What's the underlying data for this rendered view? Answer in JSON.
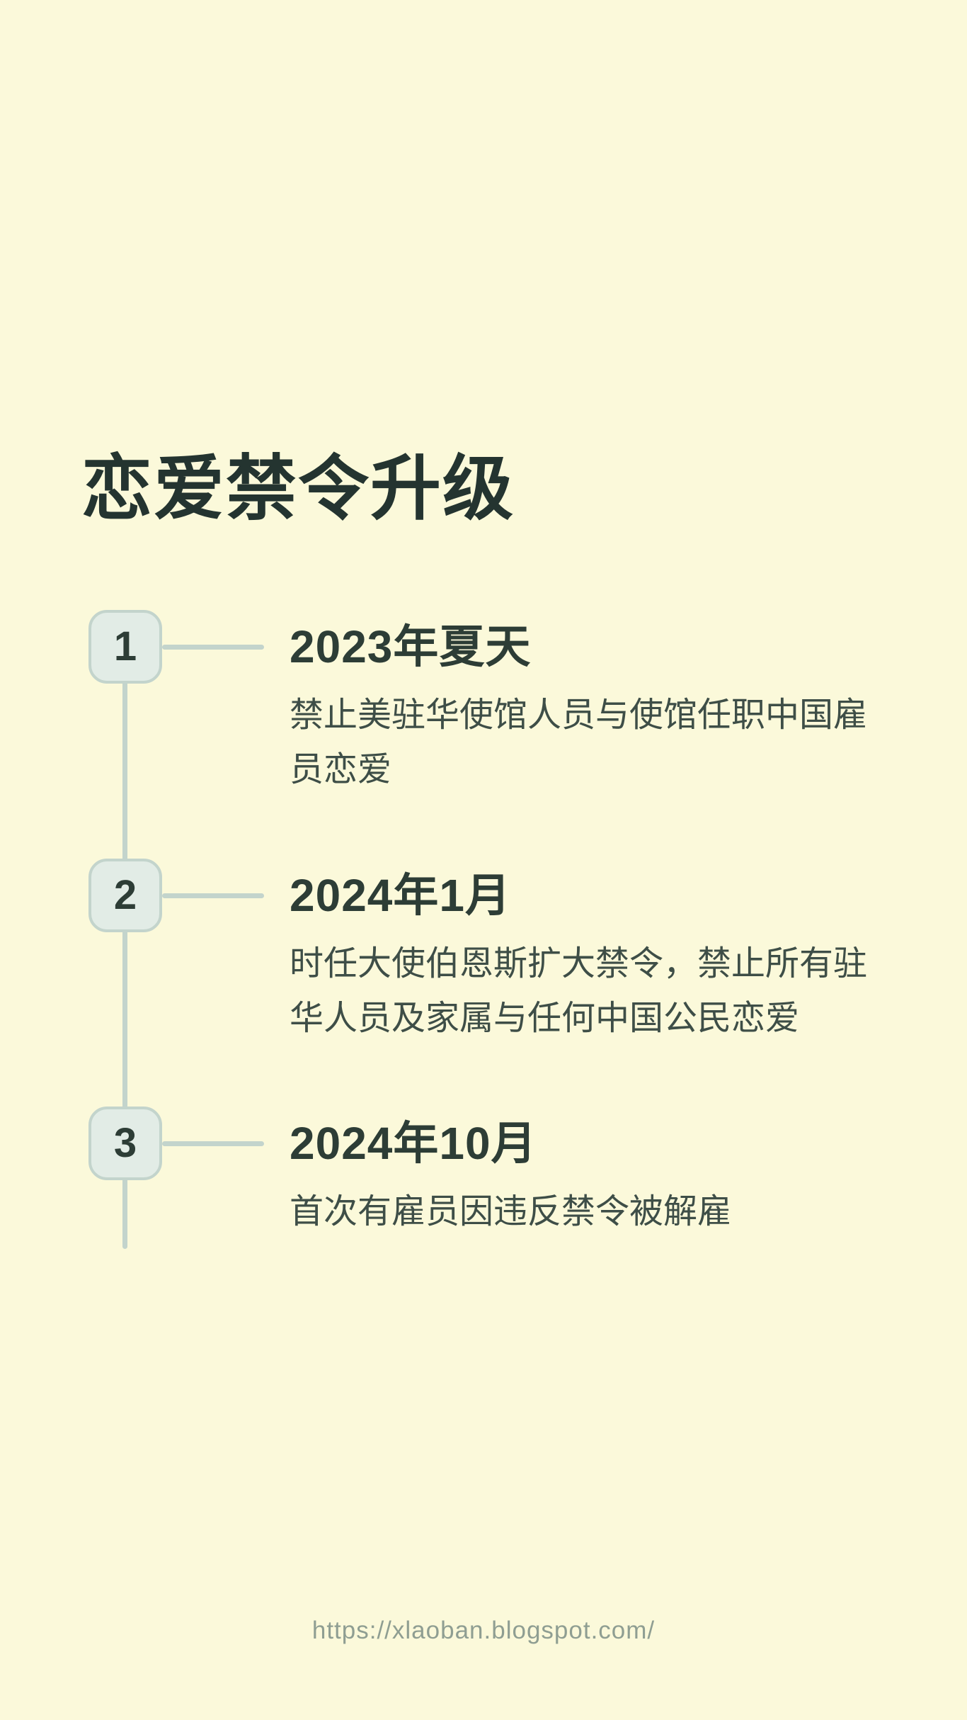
{
  "theme": {
    "bg": "#fbf9da",
    "accent_dark": "#243430",
    "heading": "#2d3d36",
    "body_text": "#3e4e47",
    "box_fill": "#e2ece6",
    "line": "#c3d4cc",
    "footer": "#8f9e92"
  },
  "title": "恋爱禁令升级",
  "timeline": {
    "items": [
      {
        "number": "1",
        "date": "2023年夏天",
        "lines": [
          "禁止美驻华使馆人员与使馆任职中国雇",
          "员恋爱"
        ]
      },
      {
        "number": "2",
        "date": "2024年1月",
        "lines": [
          "时任大使伯恩斯扩大禁令，禁止所有驻",
          "华人员及家属与任何中国公民恋爱"
        ]
      },
      {
        "number": "3",
        "date": "2024年10月",
        "lines": [
          "首次有雇员因违反禁令被解雇"
        ]
      }
    ]
  },
  "footer": {
    "url": "https://xlaoban.blogspot.com/"
  }
}
